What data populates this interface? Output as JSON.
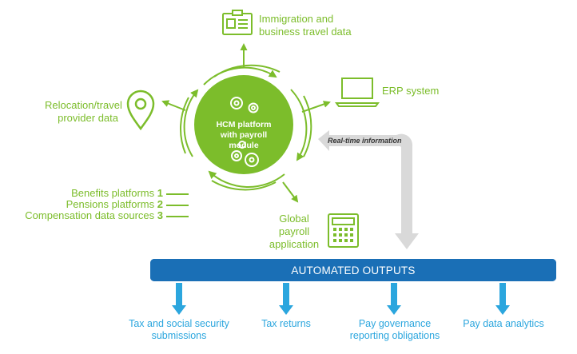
{
  "colors": {
    "green": "#7cbd2b",
    "blue": "#2ba6de",
    "banner": "#1a6fb6",
    "grey_arrow": "#d9d9d9"
  },
  "hub": {
    "line1": "HCM platform",
    "line2": "with payroll module",
    "icons": [
      "gears-icon",
      "gears-icon"
    ]
  },
  "inputs": {
    "immigration": {
      "line1": "Immigration and",
      "line2": "business travel data",
      "icon": "id-card-icon"
    },
    "erp": {
      "label": "ERP system",
      "icon": "laptop-icon"
    },
    "relocation": {
      "line1": "Relocation/travel",
      "line2": "provider data",
      "icon": "map-pin-icon"
    },
    "global_payroll": {
      "line1": "Global",
      "line2": "payroll",
      "line3": "application",
      "icon": "calculator-icon"
    },
    "platforms": [
      {
        "label": "Benefits platforms",
        "number": "1"
      },
      {
        "label": "Pensions platforms",
        "number": "2"
      },
      {
        "label": "Compensation data sources",
        "number": "3"
      }
    ]
  },
  "realtime_label": "Real-time information",
  "banner": {
    "label": "AUTOMATED OUTPUTS"
  },
  "outputs": [
    {
      "line1": "Tax and social security",
      "line2": "submissions"
    },
    {
      "line1": "Tax returns",
      "line2": ""
    },
    {
      "line1": "Pay governance",
      "line2": "reporting obligations"
    },
    {
      "line1": "Pay data analytics",
      "line2": ""
    }
  ]
}
